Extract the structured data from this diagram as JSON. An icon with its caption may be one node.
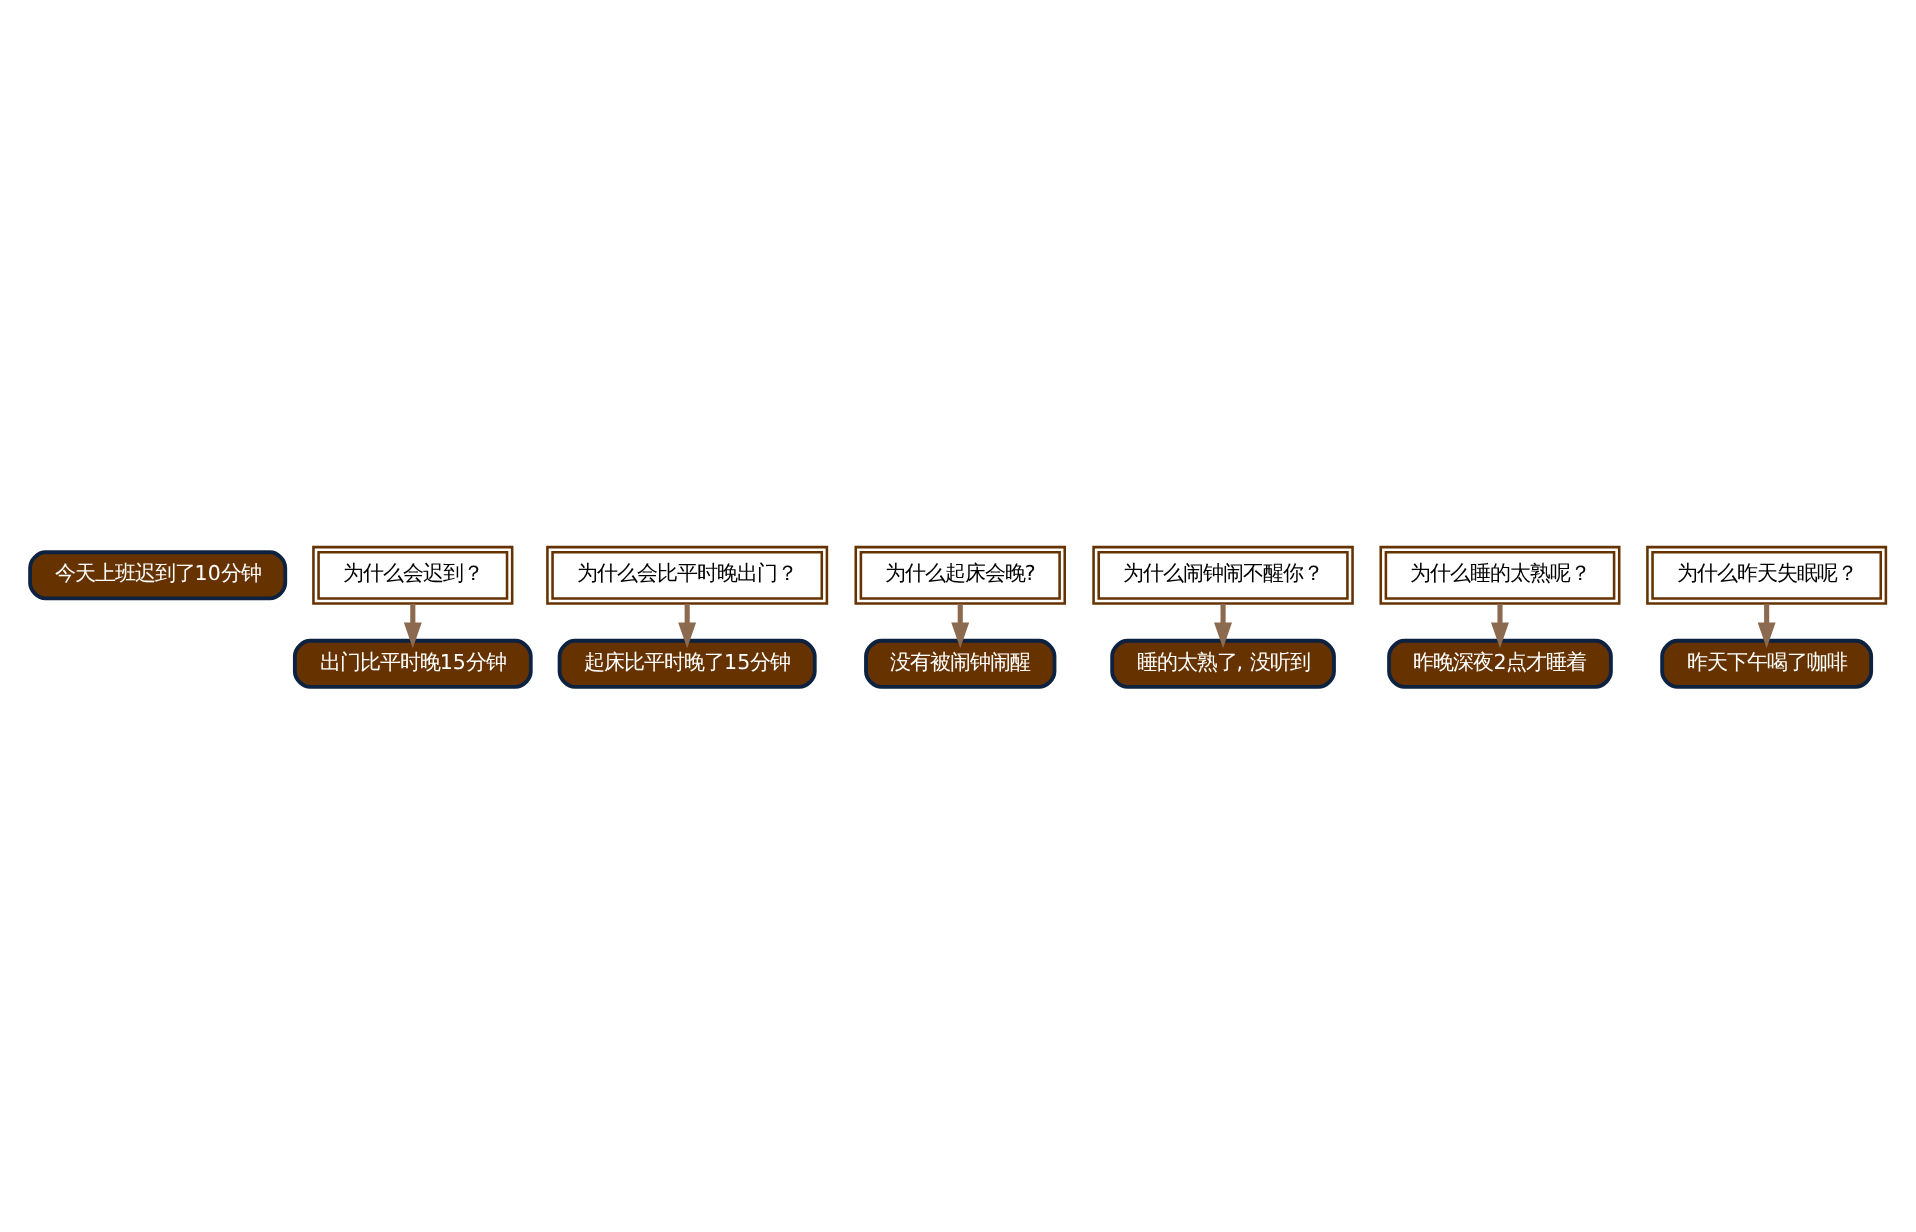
{
  "diagram": {
    "nodes": [
      {
        "text": [
          "今天上班迟到了10分钟"
        ]
      },
      {
        "text": [
          "为什么会迟到？"
        ]
      },
      {
        "text": [
          "出门比平时晚15分钟"
        ]
      },
      {
        "text": [
          "为什么会比平时晚出门？"
        ]
      },
      {
        "text": [
          "起床比平时晚了15分钟"
        ]
      },
      {
        "text": [
          "为什么起床会晚?"
        ]
      },
      {
        "text": [
          "没有被闹钟闹醒"
        ]
      },
      {
        "text": [
          "为什么闹钟闹不醒你？"
        ]
      },
      {
        "text": [
          "睡的太熟了, 没听到"
        ]
      },
      {
        "text": [
          "为什么睡的太熟呢？"
        ]
      },
      {
        "text": [
          "昨晚深夜2点才睡着"
        ]
      },
      {
        "text": [
          "为什么昨天失眠呢？"
        ]
      },
      {
        "text": [
          "昨天下午喝了咖啡"
        ]
      }
    ],
    "edges": [
      {
        "from": 1,
        "to": 2,
        "arrow": "to"
      },
      {
        "from": 3,
        "to": 4,
        "arrow": "to"
      },
      {
        "from": 5,
        "to": 6,
        "arrow": "to"
      },
      {
        "from": 7,
        "to": 8,
        "arrow": "to"
      },
      {
        "from": 9,
        "to": 10,
        "arrow": "to"
      },
      {
        "from": 11,
        "to": 12,
        "arrow": "to"
      }
    ]
  }
}
